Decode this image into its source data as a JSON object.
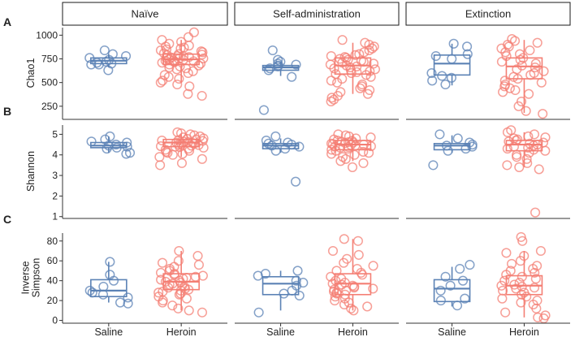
{
  "chart_data": {
    "type": "box-jitter",
    "strips": [
      "Naïve",
      "Self-administration",
      "Extinction"
    ],
    "categories": [
      "Saline",
      "Heroin"
    ],
    "colors": {
      "Saline": "#5b82b5",
      "Heroin": "#f47f74",
      "panel_border": "#1a1a1a",
      "grid": "#ffffff"
    },
    "rows": [
      {
        "letter": "A",
        "ylabel": [
          "Chao1"
        ],
        "ylim": [
          120,
          1080
        ],
        "ticks": [
          250,
          500,
          750,
          1000
        ],
        "panels": [
          {
            "Saline": {
              "box": [
                660,
                700,
                730,
                760,
                800
              ],
              "points": [
                630,
                700,
                690,
                710,
                720,
                740,
                760,
                780,
                800,
                840,
                690
              ]
            },
            "Heroin": {
              "box": [
                500,
                690,
                745,
                800,
                950
              ],
              "points": [
                1030,
                980,
                950,
                930,
                910,
                890,
                880,
                870,
                860,
                850,
                840,
                830,
                820,
                810,
                800,
                795,
                790,
                780,
                775,
                770,
                765,
                760,
                755,
                750,
                745,
                740,
                735,
                730,
                725,
                720,
                715,
                710,
                700,
                690,
                680,
                670,
                660,
                650,
                640,
                620,
                600,
                580,
                560,
                540,
                520,
                500,
                480,
                460,
                380,
                360
              ]
            }
          },
          {
            "Saline": {
              "box": [
                570,
                630,
                660,
                680,
                720
              ],
              "points": [
                840,
                740,
                720,
                700,
                690,
                680,
                670,
                650,
                630,
                560,
                210
              ]
            },
            "Heroin": {
              "box": [
                380,
                590,
                680,
                760,
                920
              ],
              "points": [
                950,
                920,
                900,
                880,
                860,
                840,
                820,
                800,
                790,
                780,
                770,
                760,
                750,
                740,
                730,
                720,
                710,
                700,
                690,
                680,
                670,
                660,
                650,
                640,
                630,
                620,
                610,
                600,
                590,
                580,
                560,
                540,
                520,
                500,
                480,
                460,
                440,
                420,
                400,
                380,
                360,
                340,
                320,
                300
              ]
            }
          },
          {
            "Saline": {
              "box": [
                470,
                580,
                700,
                790,
                910
              ],
              "points": [
                910,
                880,
                800,
                780,
                750,
                600,
                570,
                550,
                520,
                480
              ]
            },
            "Heroin": {
              "box": [
                180,
                540,
                670,
                760,
                950
              ],
              "points": [
                960,
                940,
                920,
                900,
                880,
                860,
                840,
                820,
                800,
                780,
                760,
                740,
                720,
                700,
                680,
                660,
                640,
                620,
                600,
                580,
                560,
                540,
                520,
                500,
                480,
                460,
                440,
                420,
                400,
                380,
                300,
                250,
                200,
                170
              ]
            }
          }
        ]
      },
      {
        "letter": "B",
        "ylabel": [
          "Shannon"
        ],
        "ylim": [
          0.95,
          5.45
        ],
        "ticks": [
          1,
          2,
          3,
          4,
          5
        ],
        "panels": [
          {
            "Saline": {
              "box": [
                4.1,
                4.35,
                4.45,
                4.6,
                4.9
              ],
              "points": [
                4.9,
                4.75,
                4.65,
                4.6,
                4.5,
                4.45,
                4.4,
                4.35,
                4.3,
                4.1,
                4.05
              ]
            },
            "Heroin": {
              "box": [
                3.9,
                4.4,
                4.6,
                4.75,
                5.0
              ],
              "points": [
                5.1,
                5.05,
                5.0,
                4.95,
                4.9,
                4.85,
                4.8,
                4.78,
                4.75,
                4.72,
                4.7,
                4.68,
                4.65,
                4.62,
                4.6,
                4.58,
                4.55,
                4.52,
                4.5,
                4.48,
                4.45,
                4.42,
                4.4,
                4.38,
                4.35,
                4.3,
                4.25,
                4.2,
                4.15,
                4.1,
                4.05,
                4.0,
                3.9,
                3.8,
                3.6,
                3.5
              ]
            }
          },
          {
            "Saline": {
              "box": [
                4.1,
                4.3,
                4.45,
                4.55,
                4.8
              ],
              "points": [
                4.9,
                4.7,
                4.6,
                4.55,
                4.5,
                4.45,
                4.4,
                4.3,
                4.2,
                2.7
              ]
            },
            "Heroin": {
              "box": [
                3.7,
                4.25,
                4.5,
                4.7,
                5.0
              ],
              "points": [
                5.0,
                4.95,
                4.9,
                4.85,
                4.8,
                4.75,
                4.7,
                4.68,
                4.65,
                4.62,
                4.6,
                4.58,
                4.55,
                4.52,
                4.5,
                4.48,
                4.45,
                4.42,
                4.4,
                4.38,
                4.35,
                4.3,
                4.25,
                4.2,
                4.15,
                4.1,
                4.05,
                4.0,
                3.9,
                3.8,
                3.7,
                3.6,
                3.4
              ]
            }
          },
          {
            "Saline": {
              "box": [
                4.1,
                4.25,
                4.45,
                4.55,
                4.95
              ],
              "points": [
                5.0,
                4.8,
                4.6,
                4.5,
                4.45,
                4.4,
                4.3,
                4.2,
                3.5
              ]
            },
            "Heroin": {
              "box": [
                3.4,
                4.2,
                4.5,
                4.7,
                5.1
              ],
              "points": [
                5.2,
                5.1,
                5.0,
                4.9,
                4.85,
                4.8,
                4.75,
                4.7,
                4.65,
                4.6,
                4.55,
                4.5,
                4.45,
                4.4,
                4.35,
                4.3,
                4.25,
                4.2,
                4.1,
                4.0,
                3.9,
                3.8,
                3.6,
                3.5,
                3.4,
                3.3,
                1.2
              ]
            }
          }
        ]
      },
      {
        "letter": "C",
        "ylabel": [
          "Inverse",
          "Simpson"
        ],
        "ylim": [
          -2,
          88
        ],
        "ticks": [
          0,
          20,
          40,
          60,
          80
        ],
        "panels": [
          {
            "Saline": {
              "box": [
                18,
                24,
                30,
                41,
                59
              ],
              "points": [
                59,
                46,
                40,
                34,
                30,
                28,
                26,
                23,
                18,
                17
              ]
            },
            "Heroin": {
              "box": [
                10,
                31,
                39,
                47,
                70
              ],
              "points": [
                70,
                65,
                60,
                58,
                56,
                54,
                52,
                50,
                48,
                47,
                46,
                45,
                44,
                43,
                42,
                41,
                40,
                39,
                38,
                37,
                36,
                35,
                34,
                33,
                32,
                31,
                30,
                29,
                28,
                27,
                26,
                24,
                22,
                20,
                18,
                15,
                12,
                10,
                8
              ]
            }
          },
          {
            "Saline": {
              "box": [
                10,
                26,
                37,
                44,
                50
              ],
              "points": [
                50,
                47,
                45,
                40,
                38,
                35,
                30,
                27,
                25,
                8
              ]
            },
            "Heroin": {
              "box": [
                10,
                26,
                37,
                47,
                82
              ],
              "points": [
                82,
                80,
                70,
                66,
                62,
                58,
                55,
                52,
                50,
                48,
                46,
                44,
                42,
                40,
                38,
                37,
                36,
                35,
                34,
                33,
                32,
                31,
                30,
                29,
                28,
                27,
                26,
                24,
                22,
                20,
                18,
                16,
                14,
                12,
                10
              ]
            }
          },
          {
            "Saline": {
              "box": [
                14,
                19,
                32,
                41,
                54
              ],
              "points": [
                56,
                52,
                44,
                40,
                35,
                30,
                22,
                20,
                15
              ]
            },
            "Heroin": {
              "box": [
                3,
                26,
                35,
                45,
                70
              ],
              "points": [
                84,
                80,
                70,
                68,
                65,
                60,
                57,
                55,
                52,
                50,
                48,
                46,
                44,
                42,
                40,
                38,
                36,
                35,
                34,
                33,
                32,
                30,
                28,
                26,
                24,
                22,
                20,
                18,
                16,
                12,
                8,
                5,
                3,
                2
              ]
            }
          }
        ]
      }
    ]
  }
}
